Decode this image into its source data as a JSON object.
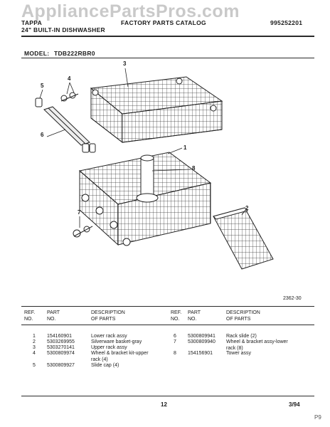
{
  "watermark": "AppliancePartsPros.com",
  "header": {
    "brand": "TAPPA",
    "subtitle": "24\" BUILT-IN DISHWASHER",
    "catalog_title": "FACTORY PARTS CATALOG",
    "doc_number": "995252201"
  },
  "model": {
    "label": "MODEL:",
    "value": "TDB222RBR0"
  },
  "diagram": {
    "callouts": [
      "1",
      "2",
      "3",
      "4",
      "5",
      "6",
      "7",
      "8"
    ],
    "ref_code": "2362-30"
  },
  "table": {
    "headers": {
      "ref_no": "REF.\nNO.",
      "part_no": "PART\nNO.",
      "description": "DESCRIPTION\nOF PARTS"
    },
    "left_rows": [
      {
        "ref": "1",
        "part": "154160901",
        "desc": "Lower rack assy"
      },
      {
        "ref": "2",
        "part": "5303269955",
        "desc": "Silverware basket-gray"
      },
      {
        "ref": "3",
        "part": "5303270141",
        "desc": "Upper rack assy"
      },
      {
        "ref": "4",
        "part": "5300809974",
        "desc": "Wheel & bracket kit-upper\nrack (4)"
      },
      {
        "ref": "5",
        "part": "5300809927",
        "desc": "Slide cap (4)"
      }
    ],
    "right_rows": [
      {
        "ref": "6",
        "part": "5300809941",
        "desc": "Rack slide (2)"
      },
      {
        "ref": "7",
        "part": "5300809940",
        "desc": "Wheel & bracket assy-lower\nrack (8)"
      },
      {
        "ref": "8",
        "part": "154156901",
        "desc": "Tower assy"
      }
    ]
  },
  "footer": {
    "page": "12",
    "date": "3/94",
    "corner": "P9"
  }
}
